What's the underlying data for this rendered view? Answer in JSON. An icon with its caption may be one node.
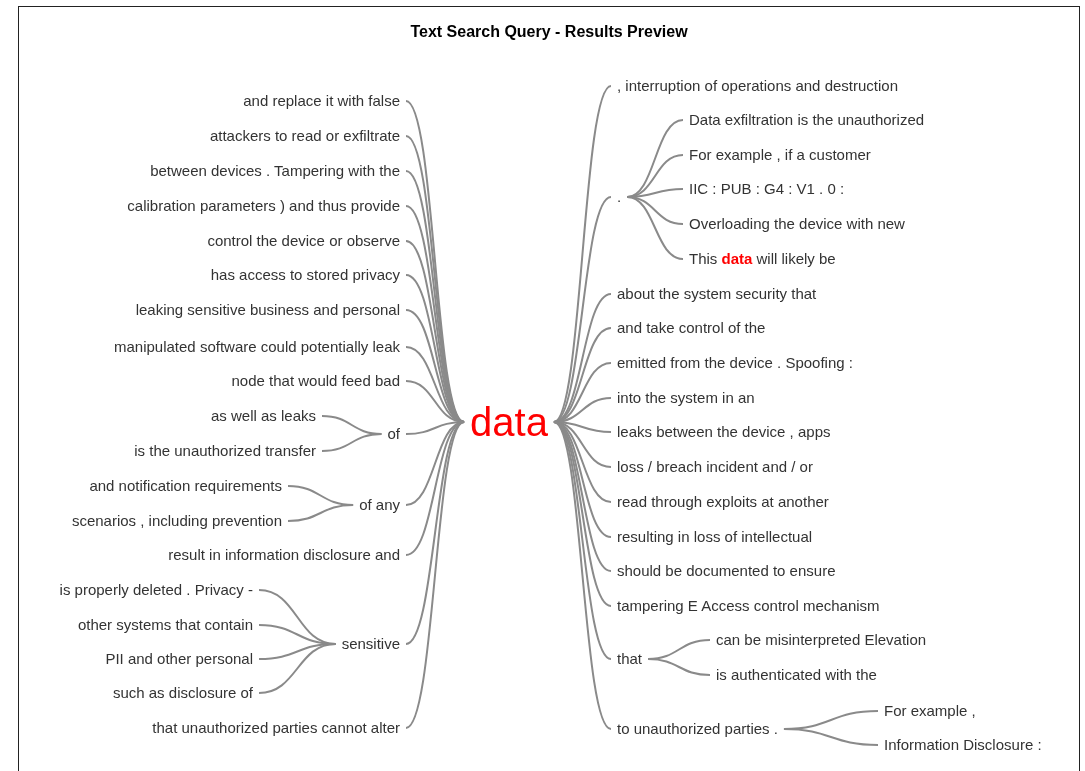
{
  "diagram": {
    "title": "Text Search Query - Results Preview",
    "nodes": [
      {
        "text": [
          "data"
        ]
      },
      {
        "text": [
          "and replace it with false"
        ]
      },
      {
        "text": [
          "attackers to read or exfiltrate"
        ]
      },
      {
        "text": [
          "between devices . Tampering with the"
        ]
      },
      {
        "text": [
          "calibration parameters ) and thus provide"
        ]
      },
      {
        "text": [
          "control the device or observe"
        ]
      },
      {
        "text": [
          "has access to stored privacy"
        ]
      },
      {
        "text": [
          "leaking sensitive business and personal"
        ]
      },
      {
        "text": [
          "manipulated software could potentially leak"
        ]
      },
      {
        "text": [
          "node that would feed bad"
        ]
      },
      {
        "text": [
          "of"
        ]
      },
      {
        "text": [
          "as well as leaks"
        ]
      },
      {
        "text": [
          "is the unauthorized transfer"
        ]
      },
      {
        "text": [
          "of any"
        ]
      },
      {
        "text": [
          "and notification requirements"
        ]
      },
      {
        "text": [
          "scenarios , including prevention"
        ]
      },
      {
        "text": [
          "result in information disclosure and"
        ]
      },
      {
        "text": [
          "sensitive"
        ]
      },
      {
        "text": [
          "is properly deleted . Privacy -"
        ]
      },
      {
        "text": [
          "other systems that contain"
        ]
      },
      {
        "text": [
          "PII and other personal"
        ]
      },
      {
        "text": [
          "such as disclosure of"
        ]
      },
      {
        "text": [
          "that unauthorized parties cannot alter"
        ]
      },
      {
        "text": [
          ", interruption of operations and destruction"
        ]
      },
      {
        "text": [
          "."
        ]
      },
      {
        "text": [
          "Data exfiltration is the unauthorized"
        ]
      },
      {
        "text": [
          "For example , if a customer"
        ]
      },
      {
        "text": [
          "IIC : PUB : G4 : V1 . 0 :"
        ]
      },
      {
        "text": [
          "Overloading the device with new"
        ]
      },
      {
        "text": [
          "This **data** will likely be"
        ]
      },
      {
        "text": [
          "about the system security that"
        ]
      },
      {
        "text": [
          "and take control of the"
        ]
      },
      {
        "text": [
          "emitted from the device . Spoofing :"
        ]
      },
      {
        "text": [
          "into the system in an"
        ]
      },
      {
        "text": [
          "leaks between the device , apps"
        ]
      },
      {
        "text": [
          "loss / breach incident and / or"
        ]
      },
      {
        "text": [
          "read through exploits at another"
        ]
      },
      {
        "text": [
          "resulting in loss of intellectual"
        ]
      },
      {
        "text": [
          "should be documented to ensure"
        ]
      },
      {
        "text": [
          "tampering E Access control mechanism"
        ]
      },
      {
        "text": [
          "that"
        ]
      },
      {
        "text": [
          "can be misinterpreted Elevation"
        ]
      },
      {
        "text": [
          "is authenticated with the"
        ]
      },
      {
        "text": [
          "to unauthorized parties ."
        ]
      },
      {
        "text": [
          "For example ,"
        ]
      },
      {
        "text": [
          "Information Disclosure :"
        ]
      }
    ],
    "edges": [
      {
        "from": 0,
        "to": 1,
        "arrow": "none"
      },
      {
        "from": 0,
        "to": 2,
        "arrow": "none"
      },
      {
        "from": 0,
        "to": 3,
        "arrow": "none"
      },
      {
        "from": 0,
        "to": 4,
        "arrow": "none"
      },
      {
        "from": 0,
        "to": 5,
        "arrow": "none"
      },
      {
        "from": 0,
        "to": 6,
        "arrow": "none"
      },
      {
        "from": 0,
        "to": 7,
        "arrow": "none"
      },
      {
        "from": 0,
        "to": 8,
        "arrow": "none"
      },
      {
        "from": 0,
        "to": 9,
        "arrow": "none"
      },
      {
        "from": 0,
        "to": 10,
        "arrow": "none"
      },
      {
        "from": 10,
        "to": 11,
        "arrow": "none"
      },
      {
        "from": 10,
        "to": 12,
        "arrow": "none"
      },
      {
        "from": 0,
        "to": 13,
        "arrow": "none"
      },
      {
        "from": 13,
        "to": 14,
        "arrow": "none"
      },
      {
        "from": 13,
        "to": 15,
        "arrow": "none"
      },
      {
        "from": 0,
        "to": 16,
        "arrow": "none"
      },
      {
        "from": 0,
        "to": 17,
        "arrow": "none"
      },
      {
        "from": 17,
        "to": 18,
        "arrow": "none"
      },
      {
        "from": 17,
        "to": 19,
        "arrow": "none"
      },
      {
        "from": 17,
        "to": 20,
        "arrow": "none"
      },
      {
        "from": 17,
        "to": 21,
        "arrow": "none"
      },
      {
        "from": 0,
        "to": 22,
        "arrow": "none"
      },
      {
        "from": 0,
        "to": 23,
        "arrow": "none"
      },
      {
        "from": 0,
        "to": 24,
        "arrow": "none"
      },
      {
        "from": 24,
        "to": 25,
        "arrow": "none"
      },
      {
        "from": 24,
        "to": 26,
        "arrow": "none"
      },
      {
        "from": 24,
        "to": 27,
        "arrow": "none"
      },
      {
        "from": 24,
        "to": 28,
        "arrow": "none"
      },
      {
        "from": 24,
        "to": 29,
        "arrow": "none"
      },
      {
        "from": 0,
        "to": 30,
        "arrow": "none"
      },
      {
        "from": 0,
        "to": 31,
        "arrow": "none"
      },
      {
        "from": 0,
        "to": 32,
        "arrow": "none"
      },
      {
        "from": 0,
        "to": 33,
        "arrow": "none"
      },
      {
        "from": 0,
        "to": 34,
        "arrow": "none"
      },
      {
        "from": 0,
        "to": 35,
        "arrow": "none"
      },
      {
        "from": 0,
        "to": 36,
        "arrow": "none"
      },
      {
        "from": 0,
        "to": 37,
        "arrow": "none"
      },
      {
        "from": 0,
        "to": 38,
        "arrow": "none"
      },
      {
        "from": 0,
        "to": 39,
        "arrow": "none"
      },
      {
        "from": 0,
        "to": 40,
        "arrow": "none"
      },
      {
        "from": 40,
        "to": 41,
        "arrow": "none"
      },
      {
        "from": 40,
        "to": 42,
        "arrow": "none"
      },
      {
        "from": 0,
        "to": 43,
        "arrow": "none"
      },
      {
        "from": 43,
        "to": 44,
        "arrow": "none"
      },
      {
        "from": 43,
        "to": 45,
        "arrow": "none"
      }
    ]
  }
}
